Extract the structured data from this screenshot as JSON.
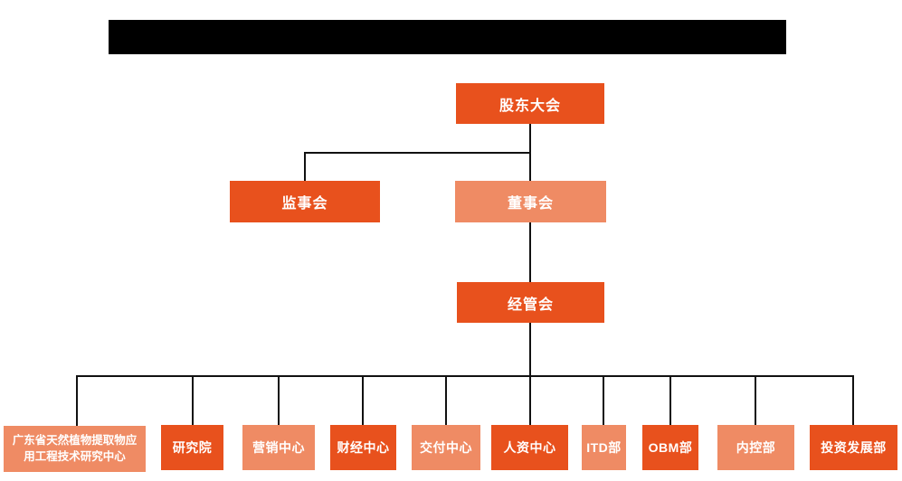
{
  "diagram": {
    "type": "org-chart",
    "title_bar": {
      "redacted": true,
      "color": "#000000"
    },
    "colors": {
      "primary": "#E8511D",
      "secondary": "#EF8B64",
      "connector": "#111111",
      "background": "#FFFFFF",
      "text": "#FFFFFF"
    },
    "nodes": {
      "shareholders": {
        "label": "股东大会",
        "variant": "primary"
      },
      "supervisory": {
        "label": "监事会",
        "variant": "primary"
      },
      "board": {
        "label": "董事会",
        "variant": "secondary"
      },
      "management": {
        "label": "经管会",
        "variant": "primary"
      }
    },
    "departments": [
      {
        "label": "广东省天然植物提取物应用工程技术研究中心",
        "variant": "secondary"
      },
      {
        "label": "研究院",
        "variant": "primary"
      },
      {
        "label": "营销中心",
        "variant": "secondary"
      },
      {
        "label": "财经中心",
        "variant": "primary"
      },
      {
        "label": "交付中心",
        "variant": "secondary"
      },
      {
        "label": "人资中心",
        "variant": "primary"
      },
      {
        "label": "ITD部",
        "variant": "secondary"
      },
      {
        "label": "OBM部",
        "variant": "primary"
      },
      {
        "label": "内控部",
        "variant": "secondary"
      },
      {
        "label": "投资发展部",
        "variant": "primary"
      }
    ],
    "hierarchy": {
      "root": "股东大会",
      "children_of_root": [
        "监事会",
        "董事会"
      ],
      "child_of_board": "经管会",
      "children_of_management": [
        "广东省天然植物提取物应用工程技术研究中心",
        "研究院",
        "营销中心",
        "财经中心",
        "交付中心",
        "人资中心",
        "ITD部",
        "OBM部",
        "内控部",
        "投资发展部"
      ]
    }
  }
}
